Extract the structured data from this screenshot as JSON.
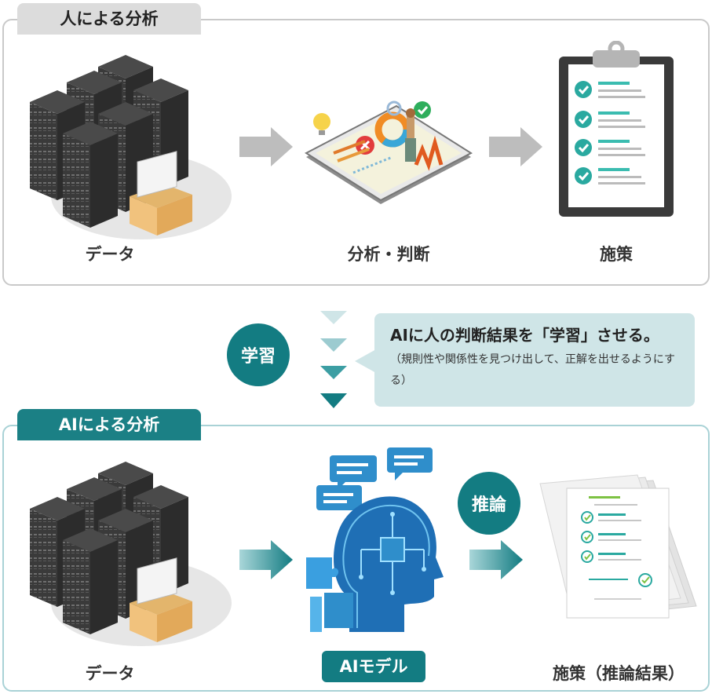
{
  "human_section": {
    "tab_label": "人による分析",
    "data_label": "データ",
    "analysis_label": "分析・判断",
    "measures_label": "施策"
  },
  "learning": {
    "badge_label": "学習",
    "callout_main": "AIに人の判断結果を「学習」させる。",
    "callout_sub": "（規則性や関係性を見つけ出して、正解を出せるようにする）"
  },
  "ai_section": {
    "tab_label": "AIによる分析",
    "data_label": "データ",
    "model_label": "AIモデル",
    "inference_badge": "推論",
    "result_label": "施策（推論結果）"
  },
  "colors": {
    "teal_dark": "#137c82",
    "teal_light": "#cfe5e7",
    "gray_tab": "#dcdcdc",
    "arrow_gray": "#bdbdbd"
  },
  "icons": [
    "server-icon",
    "folder-icon",
    "analysis-tablet-icon",
    "clipboard-checklist-icon",
    "ai-head-icon",
    "chat-bubble-icon",
    "puzzle-icon",
    "document-stack-icon",
    "check-icon"
  ]
}
